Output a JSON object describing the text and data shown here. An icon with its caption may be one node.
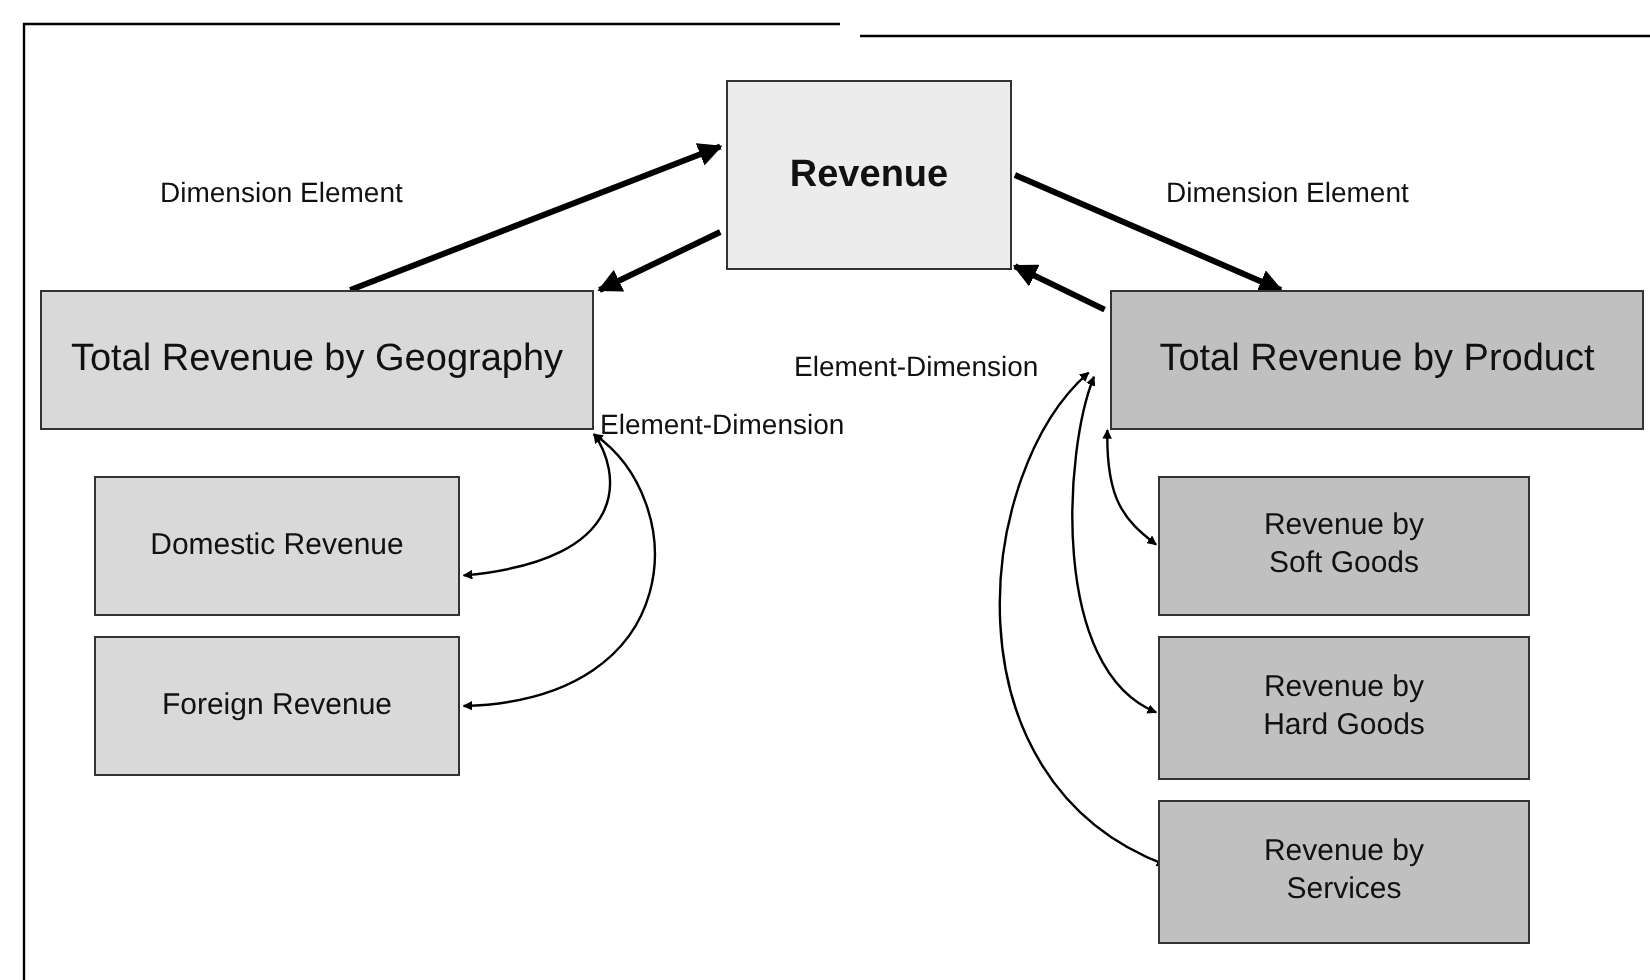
{
  "diagram": {
    "nodes": [
      {
        "text": [
          "Revenue"
        ]
      },
      {
        "text": [
          "Total Revenue by Geography"
        ]
      },
      {
        "text": [
          "Total Revenue by Product"
        ]
      },
      {
        "text": [
          "Domestic Revenue"
        ]
      },
      {
        "text": [
          "Foreign Revenue"
        ]
      },
      {
        "text": [
          "Revenue by Soft Goods"
        ]
      },
      {
        "text": [
          "Revenue by Hard Goods"
        ]
      },
      {
        "text": [
          "Revenue by Services"
        ]
      }
    ],
    "edges": [
      {
        "from": 1,
        "to": 0,
        "arrow": "to",
        "style": "thick"
      },
      {
        "from": 0,
        "to": 1,
        "arrow": "to",
        "style": "thick"
      },
      {
        "from": 0,
        "to": 2,
        "arrow": "to",
        "style": "thick"
      },
      {
        "from": 2,
        "to": 0,
        "arrow": "to",
        "style": "thick"
      },
      {
        "from": 1,
        "to": 3,
        "arrow": "both"
      },
      {
        "from": 1,
        "to": 4,
        "arrow": "both"
      },
      {
        "from": 2,
        "to": 5,
        "arrow": "both"
      },
      {
        "from": 2,
        "to": 6,
        "arrow": "both"
      },
      {
        "from": 2,
        "to": 7,
        "arrow": "both"
      }
    ],
    "labels": [
      "Dimension Element",
      "Dimension Element",
      "Element-Dimension",
      "Element-Dimension"
    ]
  }
}
